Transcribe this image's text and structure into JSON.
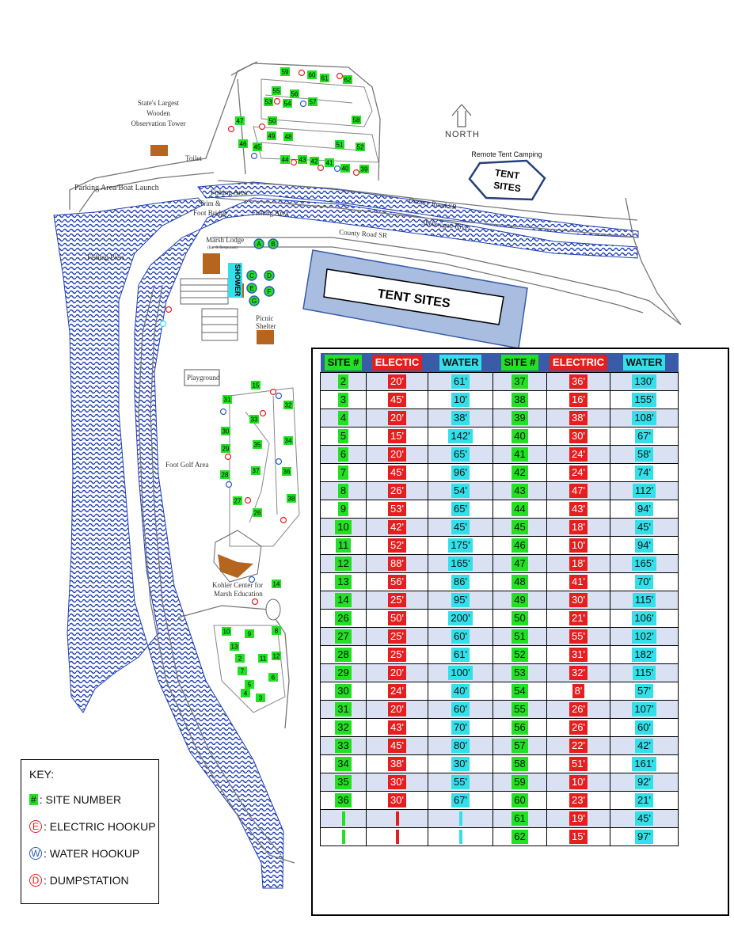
{
  "map": {
    "labels": {
      "tower": [
        "State's Largest",
        "Wooden",
        "Observation Tower"
      ],
      "toilet": "Toilet",
      "parking": "Parking Area/Boat Launch",
      "fishing_area_1": "Fishing Area",
      "fishing_area_2": "Fishing Area",
      "trim_bridge": [
        "Trim &",
        "Foot Bridge"
      ],
      "county_road_upper": "County Road SR",
      "county_road_lower": "County Road SR",
      "river": "Sheboygan River",
      "fishing_piers": "Fishing Piers",
      "marsh_lodge": [
        "Marsh Lodge",
        "(Bar & Restaurant)"
      ],
      "shower": "SHOWER",
      "picnic": [
        "Picnic",
        "Shelter"
      ],
      "playground": "Playground",
      "foot_golf": "Foot Golf Area",
      "kohler": [
        "Kohler Center for",
        "Marsh Education"
      ],
      "north": "NORTH",
      "remote_tent": "Remote Tent Camping",
      "tent_sites_small": [
        "TENT",
        "SITES"
      ],
      "tent_sites_big": "TENT SITES"
    },
    "lodge_markers": [
      "A",
      "B",
      "C",
      "D",
      "E",
      "F",
      "G"
    ],
    "site_markers_north": [
      "59",
      "60",
      "61",
      "62",
      "55",
      "56",
      "57",
      "53",
      "54",
      "58",
      "47",
      "50",
      "49",
      "48",
      "46",
      "45",
      "44",
      "43",
      "42",
      "41",
      "40",
      "39",
      "51",
      "52"
    ],
    "site_markers_south": [
      "15",
      "31",
      "32",
      "33",
      "30",
      "34",
      "29",
      "35",
      "37",
      "36",
      "28",
      "27",
      "26",
      "38",
      "14",
      "10",
      "9",
      "13",
      "8",
      "11",
      "12",
      "7",
      "6",
      "5",
      "4",
      "3",
      "2"
    ]
  },
  "table": {
    "headers": [
      "SITE #",
      "ELECTIC",
      "WATER",
      "SITE #",
      "ELECTRIC",
      "WATER"
    ],
    "rows": [
      [
        "2",
        "20'",
        "61'",
        "37",
        "36'",
        "130'"
      ],
      [
        "3",
        "45'",
        "10'",
        "38",
        "16'",
        "155'"
      ],
      [
        "4",
        "20'",
        "38'",
        "39",
        "38'",
        "108'"
      ],
      [
        "5",
        "15'",
        "142'",
        "40",
        "30'",
        "67'"
      ],
      [
        "6",
        "20'",
        "65'",
        "41",
        "24'",
        "58'"
      ],
      [
        "7",
        "45'",
        "96'",
        "42",
        "24'",
        "74'"
      ],
      [
        "8",
        "26'",
        "54'",
        "43",
        "47'",
        "112'"
      ],
      [
        "9",
        "53'",
        "65'",
        "44",
        "43'",
        "94'"
      ],
      [
        "10",
        "42'",
        "45'",
        "45",
        "18'",
        "45'"
      ],
      [
        "11",
        "52'",
        "175'",
        "46",
        "10'",
        "94'"
      ],
      [
        "12",
        "88'",
        "165'",
        "47",
        "18'",
        "165'"
      ],
      [
        "13",
        "56'",
        "86'",
        "48",
        "41'",
        "70'"
      ],
      [
        "14",
        "25'",
        "95'",
        "49",
        "30'",
        "115'"
      ],
      [
        "26",
        "50'",
        "200'",
        "50",
        "21'",
        "106'"
      ],
      [
        "27",
        "25'",
        "60'",
        "51",
        "55'",
        "102'"
      ],
      [
        "28",
        "25'",
        "61'",
        "52",
        "31'",
        "182'"
      ],
      [
        "29",
        "20'",
        "100'",
        "53",
        "32'",
        "115'"
      ],
      [
        "30",
        "24'",
        "40'",
        "54",
        "8'",
        "57'"
      ],
      [
        "31",
        "20'",
        "60'",
        "55",
        "26'",
        "107'"
      ],
      [
        "32",
        "43'",
        "70'",
        "56",
        "26'",
        "60'"
      ],
      [
        "33",
        "45'",
        "80'",
        "57",
        "22'",
        "42'"
      ],
      [
        "34",
        "38'",
        "30'",
        "58",
        "51'",
        "161'"
      ],
      [
        "35",
        "30'",
        "55'",
        "59",
        "10'",
        "92'"
      ],
      [
        "36",
        "30'",
        "67'",
        "60",
        "23'",
        "21'"
      ],
      [
        "",
        "",
        "",
        "61",
        "19'",
        "45'"
      ],
      [
        "",
        "",
        "",
        "62",
        "15'",
        "97'"
      ]
    ]
  },
  "key": {
    "title": "KEY:",
    "site_symbol": "#",
    "site_text": ": SITE NUMBER",
    "electric_symbol": "E",
    "electric_text": ": ELECTRIC HOOKUP",
    "water_symbol": "W",
    "water_text": ": WATER HOOKUP",
    "dump_symbol": "D",
    "dump_text": ": DUMPSTATION"
  },
  "colors": {
    "site_green": "#22e022",
    "electric_red": "#e51f1f",
    "water_cyan": "#33e0ea",
    "header_blue": "#3a5ba8",
    "row_alt": "#d9e1f2",
    "water_pattern": "#1f3fb5",
    "tent_blue": "#a8bde0"
  }
}
